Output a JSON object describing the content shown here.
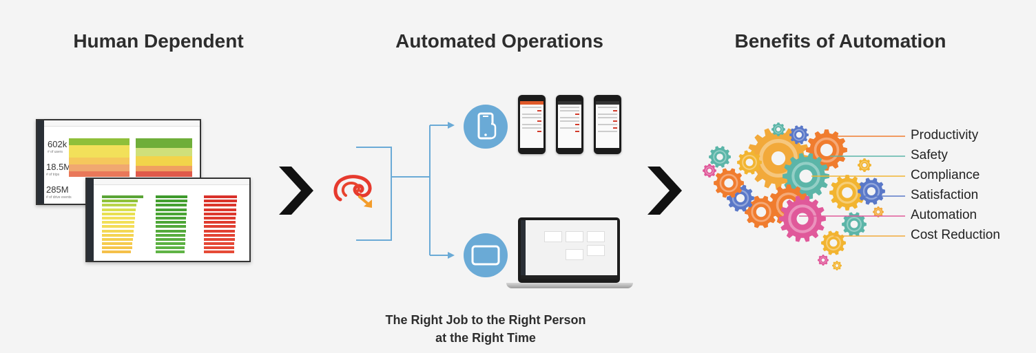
{
  "headings": {
    "left": "Human Dependent",
    "middle": "Automated Operations",
    "right": "Benefits of Automation"
  },
  "dashboard_metrics": [
    {
      "value": "602k",
      "label": "# of users"
    },
    {
      "value": "18.5M",
      "label": "# of trips"
    },
    {
      "value": "285M",
      "label": "# of drive events"
    }
  ],
  "caption": {
    "line1": "The Right Job to the Right Person",
    "line2": "at the Right Time"
  },
  "benefits": [
    {
      "label": "Productivity",
      "color": "#f07c2e"
    },
    {
      "label": "Safety",
      "color": "#5bb5a8"
    },
    {
      "label": "Compliance",
      "color": "#f2b430"
    },
    {
      "label": "Satisfaction",
      "color": "#5a78c8"
    },
    {
      "label": "Automation",
      "color": "#e0599a"
    },
    {
      "label": "Cost Reduction",
      "color": "#f2a93a"
    }
  ],
  "colors": {
    "accent_blue": "#6aaad6",
    "chevron": "#111111",
    "logo_red": "#e63a2e",
    "logo_orange": "#f39c2a"
  },
  "icons": [
    "chevron-right-icon",
    "brain-logo-icon",
    "smartphone-icon",
    "tablet-icon",
    "gears-brain-icon"
  ]
}
